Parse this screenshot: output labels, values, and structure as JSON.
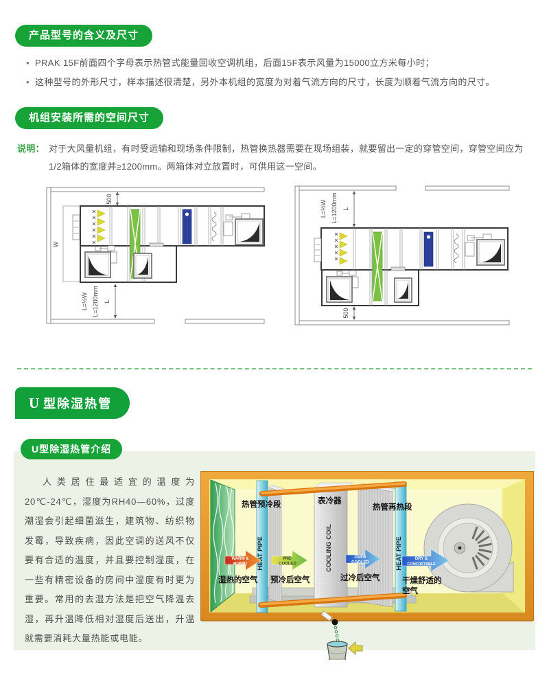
{
  "colors": {
    "badge_green": "#17a338",
    "badge_dark_green": "#12a03a",
    "note_green": "#3aa346",
    "panel_bg": "#edf2e6",
    "frame_orange": "#e6992e",
    "heat_pipe_cyan": "#44b2ce",
    "exchanger_green": "#7cc142",
    "coil_blue": "#2b3f9b",
    "filter_yellow": "#ddd92e"
  },
  "section_model": {
    "badge": "产品型号的含义及尺寸",
    "bullet_char": "•",
    "bullets": [
      "PRAK 15F前面四个字母表示热管式能量回收空调机组，后面15F表示风量为15000立方米每小时；",
      "这种型号的外形尺寸，样本描述很清楚，另外本机组的宽度为对着气流方向的尺寸，长度为顺着气流方向的尺寸。"
    ]
  },
  "section_space": {
    "badge": "机组安装所需的空间尺寸",
    "note_label": "说明：",
    "note_text": "对于大风量机组，有时受运输和现场条件限制，热管换热器需要在现场组装，就要留出一定的穿管空间，穿管空间应为1/2箱体的宽度并≥1200mm。两箱体对立放置时，可供用这一空间。"
  },
  "install_diagram": {
    "dim_500": "500",
    "dim_w": "W",
    "dim_l_half": "L=½W",
    "dim_l_1200": "L=1200mm",
    "dim_l": "L"
  },
  "section_u": {
    "badge_u": "U",
    "badge_rest": "型除湿热管",
    "intro_badge": "U型除湿热管介绍",
    "intro_text": "人类居住最适宜的温度为20℃-24℃，湿度为RH40—60%，过度潮湿会引起细菌滋生，建筑物、纺织物发霉，导致疾病，因此空调的送风不仅要有合适的温度，并且要控制湿度，在一些有精密设备的房间中湿度有时更为重要。常用的去湿方法是把空气降温去湿，再升温降低相对湿度后送出，升温就需要消耗大量热能或电能。"
  },
  "hp_diagram": {
    "heat_pipe_label": "HEAT PIPE",
    "cooling_coil_label": "COOLING COIL",
    "precool_section": "热管预冷段",
    "coil_cn": "表冷器",
    "reheat_section": "热管再热段",
    "stages": [
      {
        "en1": "WARM &",
        "en2": "HUMID",
        "cn": "湿热的空气"
      },
      {
        "en1": "PRE-",
        "en2": "COOLED",
        "cn": "预冷后空气"
      },
      {
        "en1": "OVER",
        "en2": "COOLED",
        "cn": "过冷后空气"
      },
      {
        "en1": "DRY &",
        "en2": "COMFORTABLE",
        "cn": "干燥舒适的",
        "cn2": "空气"
      }
    ]
  }
}
